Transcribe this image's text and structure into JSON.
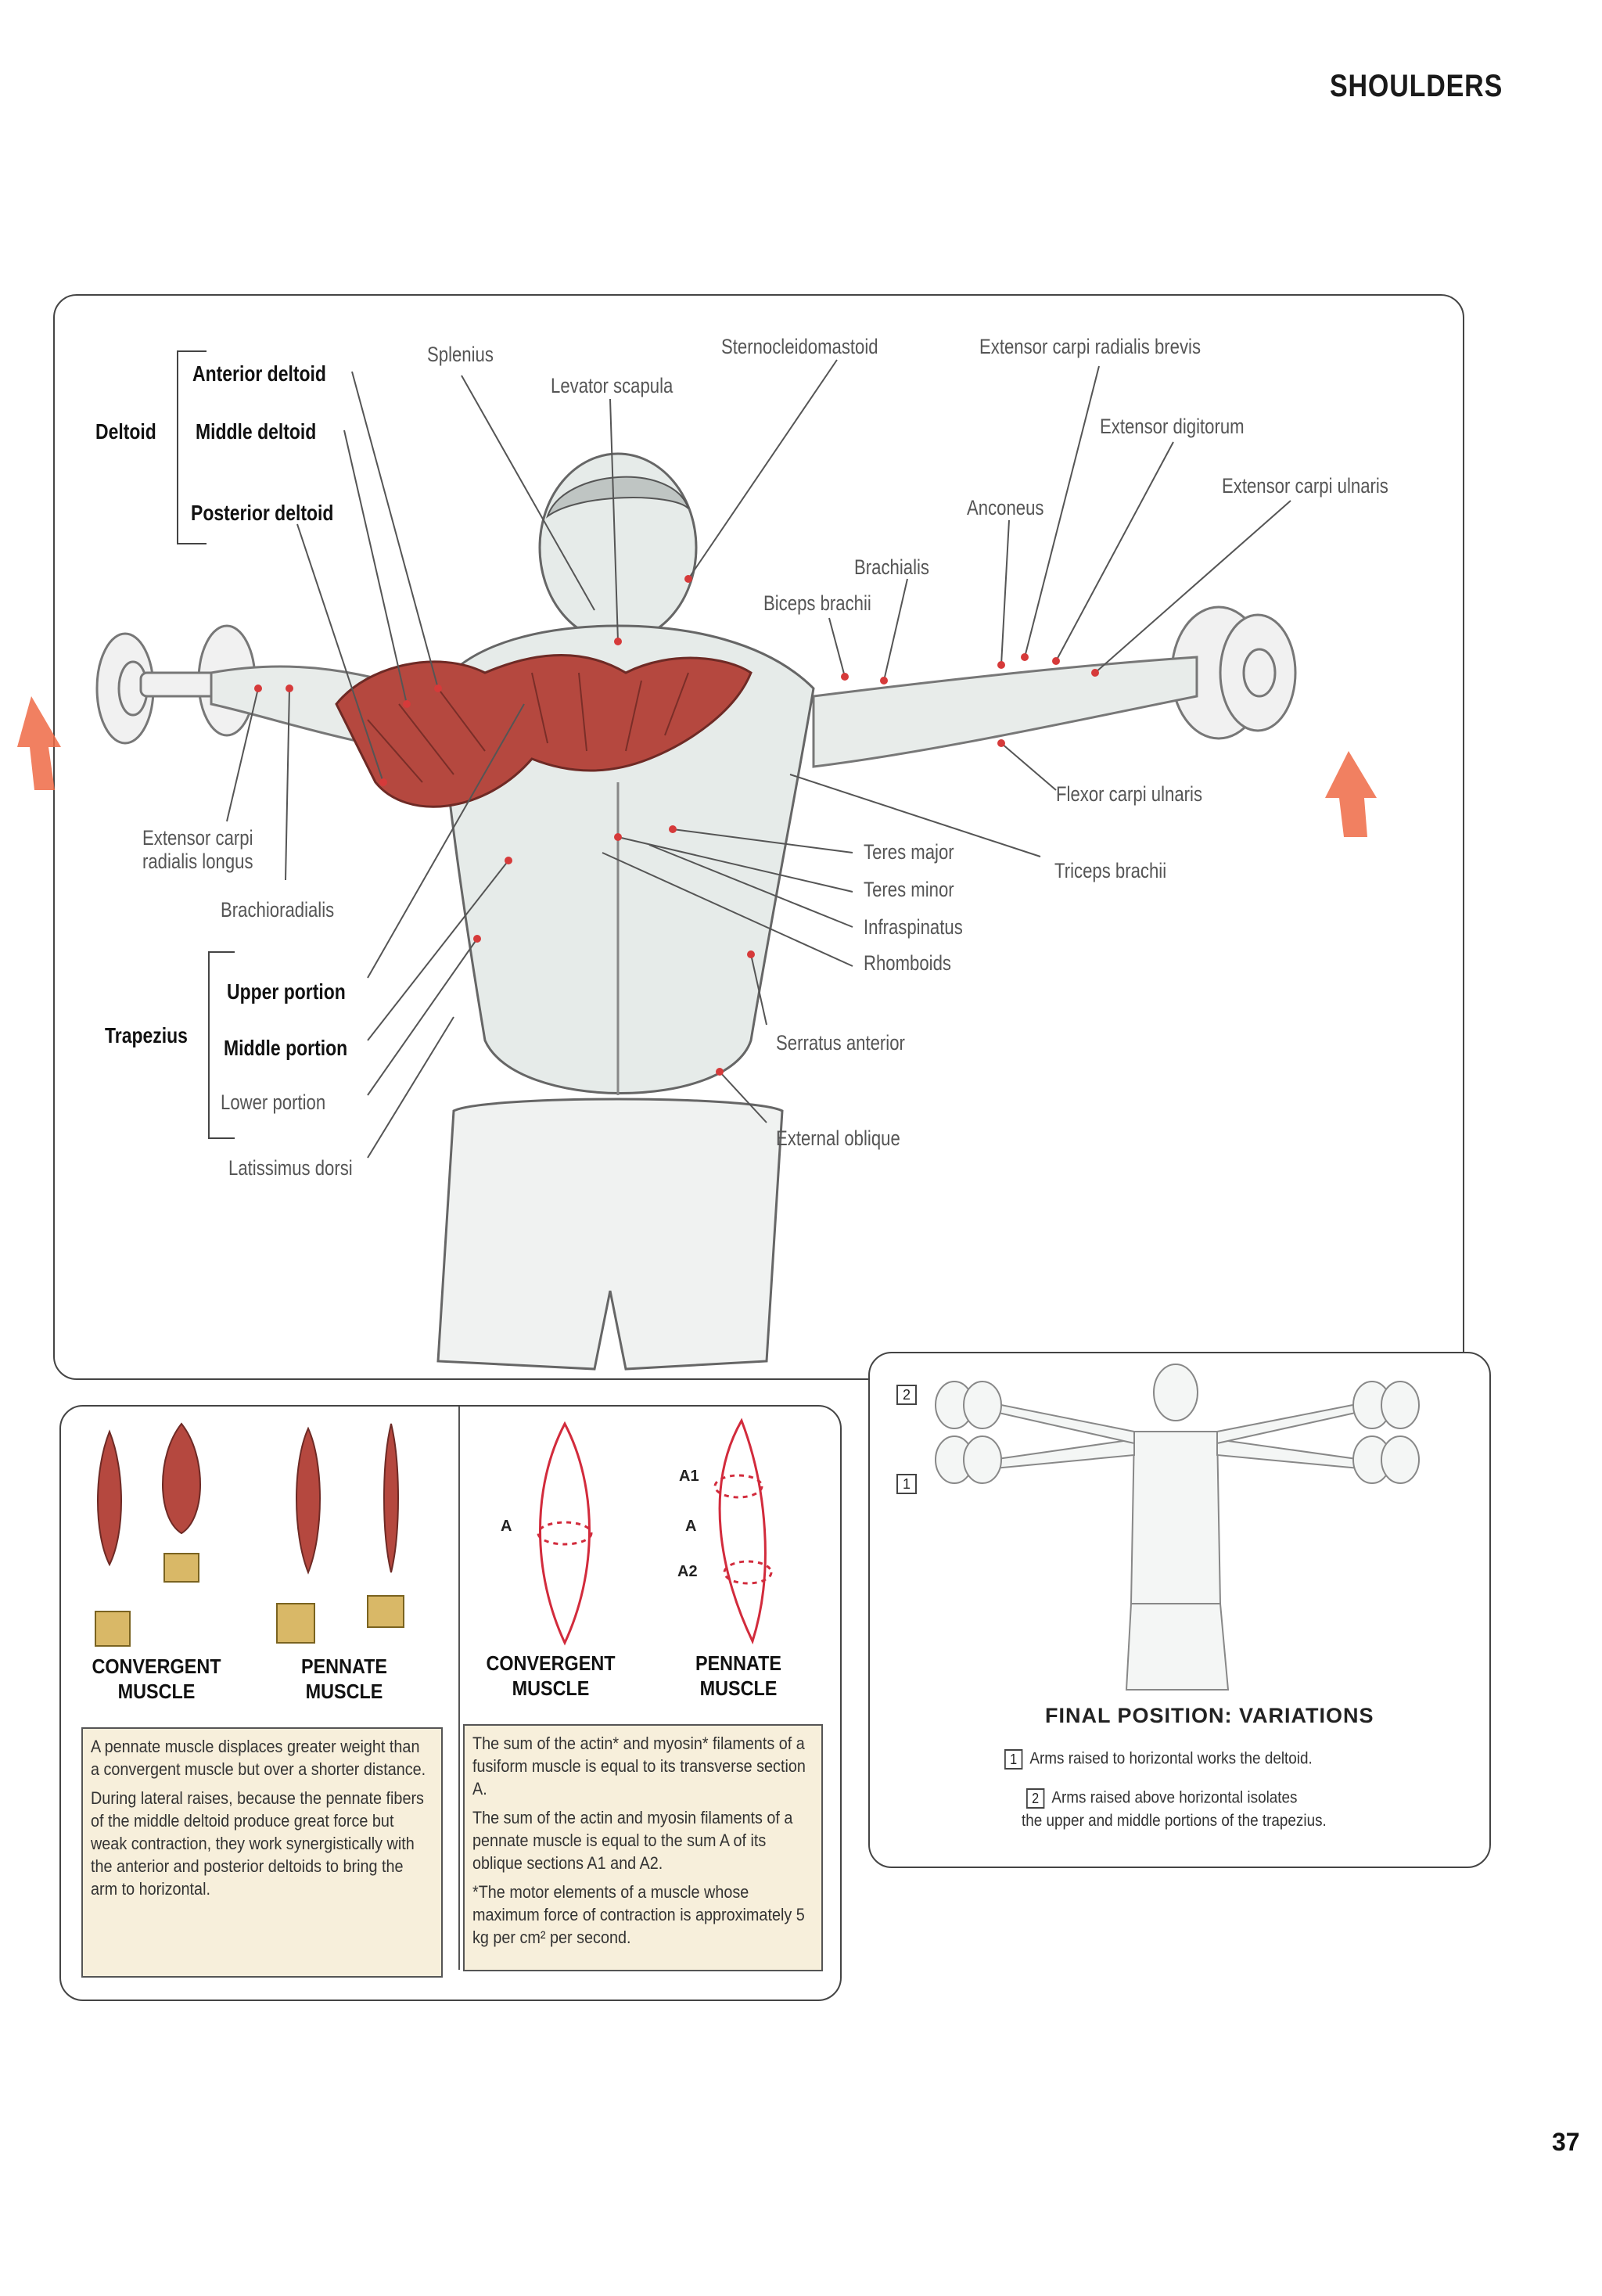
{
  "header": {
    "section": "SHOULDERS",
    "page_number": "37"
  },
  "main_figure": {
    "groups": {
      "deltoid": {
        "title": "Deltoid",
        "items": [
          "Anterior deltoid",
          "Middle deltoid",
          "Posterior deltoid"
        ]
      },
      "trapezius": {
        "title": "Trapezius",
        "items": [
          "Upper portion",
          "Middle portion",
          "Lower portion"
        ]
      }
    },
    "labels": {
      "splenius": "Splenius",
      "levator_scapula": "Levator scapula",
      "sternocleidomastoid": "Sternocleidomastoid",
      "ecr_brevis": "Extensor carpi radialis brevis",
      "ext_digitorum": "Extensor digitorum",
      "ext_carpi_ulnaris": "Extensor carpi ulnaris",
      "anconeus": "Anconeus",
      "brachialis": "Brachialis",
      "biceps": "Biceps brachii",
      "ecr_longus_1": "Extensor carpi",
      "ecr_longus_2": "radialis longus",
      "brachioradialis": "Brachioradialis",
      "flexor_carpi_ulnaris": "Flexor carpi ulnaris",
      "teres_major": "Teres major",
      "teres_minor": "Teres minor",
      "infraspinatus": "Infraspinatus",
      "rhomboids": "Rhomboids",
      "triceps": "Triceps brachii",
      "serratus": "Serratus anterior",
      "external_oblique": "External oblique",
      "latissimus": "Latissimus dorsi"
    }
  },
  "muscle_types": {
    "left": {
      "caption_1": [
        "CONVERGENT",
        "MUSCLE"
      ],
      "caption_2": [
        "PENNATE",
        "MUSCLE"
      ]
    },
    "right": {
      "caption_1": [
        "CONVERGENT",
        "MUSCLE"
      ],
      "caption_2": [
        "PENNATE",
        "MUSCLE"
      ],
      "letter_a": "A",
      "letter_a1": "A1",
      "letter_a_mid": "A",
      "letter_a2": "A2"
    },
    "text_left": [
      "A pennate muscle displaces greater weight than a convergent muscle but over a shorter distance.",
      "During lateral raises, because the pennate fibers of the middle deltoid produce great force but weak contraction, they work synergistically with the anterior and posterior deltoids to bring the arm to horizontal."
    ],
    "text_right": [
      "The sum of the actin* and myosin* filaments of a fusiform muscle is equal to its transverse section A.",
      "The sum of the actin and myosin filaments of a pennate muscle is equal to the sum A of its oblique sections A1 and A2.",
      "*The motor elements of a muscle whose maximum force of contraction is approximately 5 kg per cm² per second."
    ]
  },
  "final_position": {
    "title": "FINAL POSITION: VARIATIONS",
    "marker_2": "2",
    "marker_1": "1",
    "variation_1": "Arms raised to horizontal works the deltoid.",
    "variation_2_line1": "Arms raised above horizontal isolates",
    "variation_2_line2": "the upper and middle portions of the trapezius."
  },
  "colors": {
    "muscle_red": "#b5483f",
    "arrow_orange": "#ef6a45",
    "textbox_bg": "#f7efdb",
    "diagram_red": "#d22b3c"
  }
}
